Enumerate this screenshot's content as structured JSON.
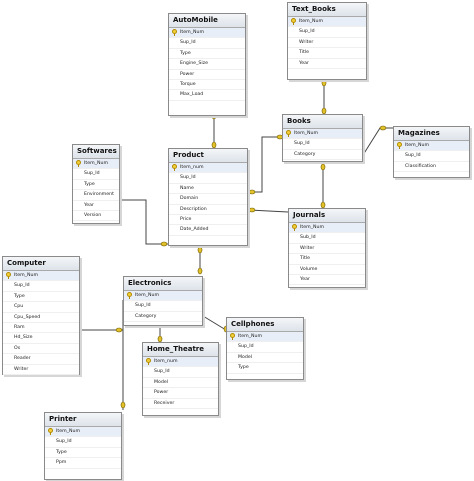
{
  "tables": [
    {
      "id": "automobile",
      "title": "AutoMobile",
      "fields": [
        "Item_Num",
        "Sup_Id",
        "Type",
        "Engine_Size",
        "Power",
        "Torque",
        "Max_Load"
      ]
    },
    {
      "id": "text_books",
      "title": "Text_Books",
      "fields": [
        "Item_Num",
        "Sup_Id",
        "Writer",
        "Title",
        "Year"
      ]
    },
    {
      "id": "books",
      "title": "Books",
      "fields": [
        "Item_Num",
        "Sup_Id",
        "Category"
      ]
    },
    {
      "id": "magazines",
      "title": "Magazines",
      "fields": [
        "Item_Num",
        "Sup_Id",
        "Classification"
      ]
    },
    {
      "id": "softwares",
      "title": "Softwares",
      "fields": [
        "Item_Num",
        "Sup_Id",
        "Type",
        "Environment",
        "Year",
        "Version"
      ]
    },
    {
      "id": "product",
      "title": "Product",
      "fields": [
        "Item_num",
        "Sup_Id",
        "Name",
        "Domain",
        "Description",
        "Price",
        "Date_Added"
      ]
    },
    {
      "id": "journals",
      "title": "Journals",
      "fields": [
        "Item_Num",
        "Sub_Id",
        "Writer",
        "Title",
        "Volume",
        "Year"
      ]
    },
    {
      "id": "computer",
      "title": "Computer",
      "fields": [
        "Item_Num",
        "Sup_Id",
        "Type",
        "Cpu",
        "Cpu_Speed",
        "Ram",
        "Hd_Size",
        "Os",
        "Reader",
        "Writer"
      ]
    },
    {
      "id": "electronics",
      "title": "Electronics",
      "fields": [
        "Item_Num",
        "Sup_Id",
        "Category"
      ]
    },
    {
      "id": "cellphones",
      "title": "Cellphones",
      "fields": [
        "Item_Num",
        "Sup_Id",
        "Model",
        "Type"
      ]
    },
    {
      "id": "home_theatre",
      "title": "Home_Theatre",
      "fields": [
        "Item_num",
        "Sup_Id",
        "Model",
        "Power",
        "Receiver"
      ]
    },
    {
      "id": "printer",
      "title": "Printer",
      "fields": [
        "Item_Num",
        "Sup_Id",
        "Type",
        "Ppm"
      ]
    }
  ],
  "style": {
    "line_color": "#444444",
    "key_color": "#f3cf39",
    "title_bg": "#dde3ea"
  }
}
